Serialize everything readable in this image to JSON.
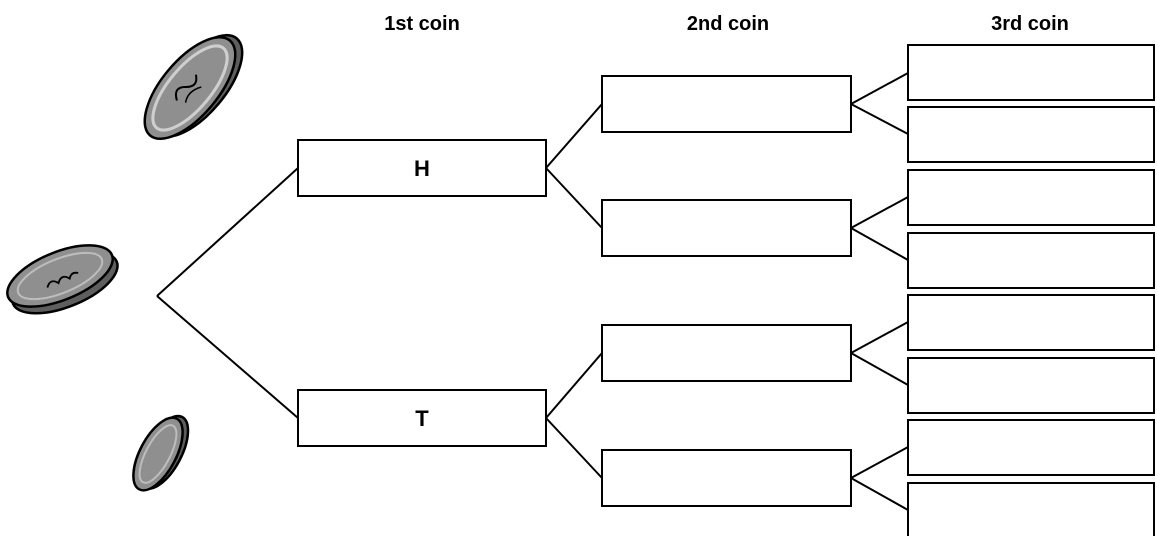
{
  "headers": {
    "first": "1st coin",
    "second": "2nd coin",
    "third": "3rd coin"
  },
  "tree": {
    "first_coin": [
      "H",
      "T"
    ],
    "second_coin": [
      "",
      "",
      "",
      ""
    ],
    "third_coin": [
      "",
      "",
      "",
      "",
      "",
      "",
      "",
      ""
    ]
  },
  "icons": [
    "coin-icon-top",
    "coin-icon-middle",
    "coin-icon-bottom"
  ],
  "colors": {
    "coin_fill": "#8f8f8f",
    "coin_edge": "#5e5e5e",
    "line": "#000000",
    "box_border": "#000000"
  }
}
